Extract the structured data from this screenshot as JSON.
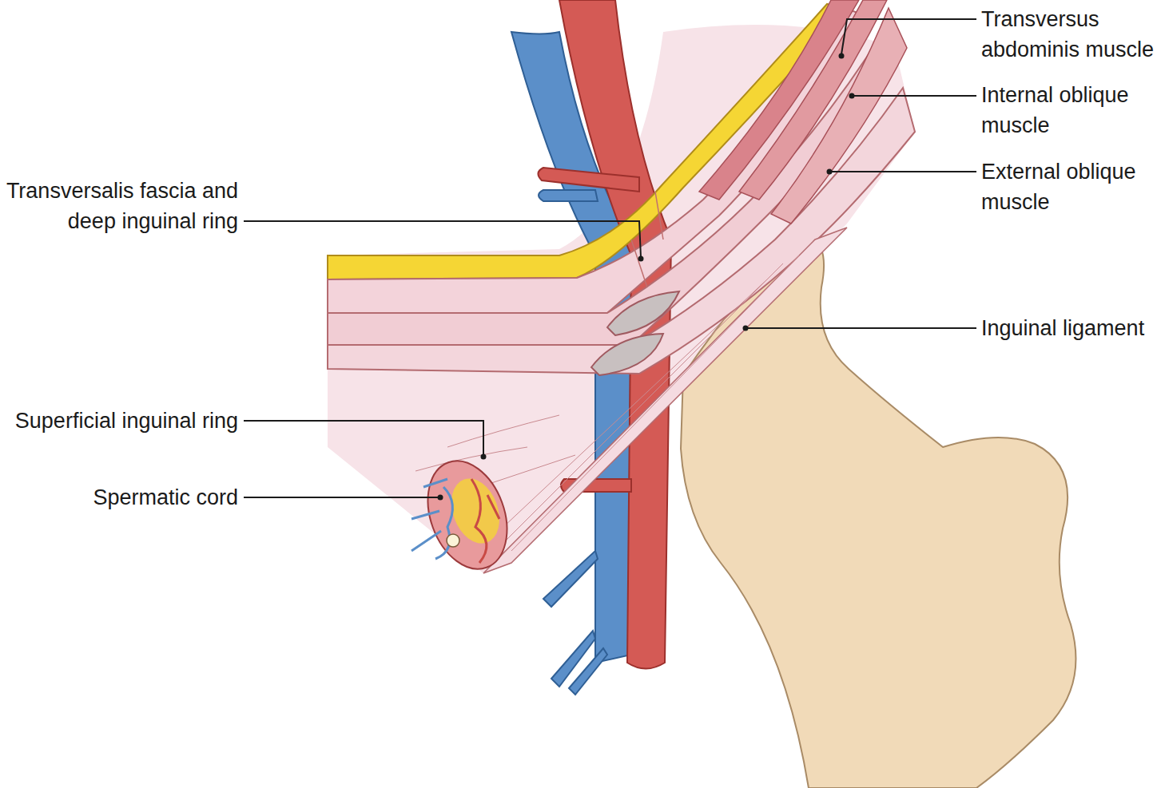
{
  "diagram": {
    "labels": [
      "Transversus abdominis muscle",
      "Internal oblique muscle",
      "External oblique muscle",
      "Transversalis fascia and deep inguinal ring",
      "Inguinal ligament",
      "Superficial inguinal ring",
      "Spermatic cord"
    ]
  }
}
